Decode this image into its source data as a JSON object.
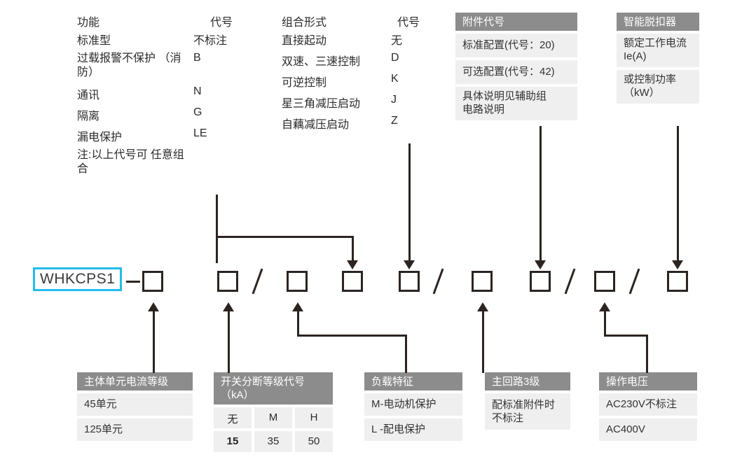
{
  "diagram": {
    "model_name": "WHKCPS1",
    "separator_dash": "—",
    "separator_slash": "/",
    "box_count": 9
  },
  "tables": {
    "function": {
      "header_name": "功能",
      "header_code": "代号",
      "rows": [
        {
          "name": "标准型",
          "code": "不标注"
        },
        {
          "name": "过载报警不保护\n（消防）",
          "code": "B"
        },
        {
          "name": "通讯",
          "code": "N"
        },
        {
          "name": "隔离",
          "code": "G"
        },
        {
          "name": "漏电保护",
          "code": "LE"
        },
        {
          "name": "注:以上代号可\n任意组合",
          "code": ""
        }
      ]
    },
    "combination": {
      "header_name": "组合形式",
      "header_code": "代号",
      "rows": [
        {
          "name": "直接起动",
          "code": "无"
        },
        {
          "name": "双速、三速控制",
          "code": "D"
        },
        {
          "name": "可逆控制",
          "code": "K"
        },
        {
          "name": "星三角减压启动",
          "code": "J"
        },
        {
          "name": "自藕减压启动",
          "code": "Z"
        }
      ]
    },
    "accessory": {
      "header": "附件代号",
      "rows": [
        "标准配置(代号：20)",
        "可选配置(代号：42)",
        "具体说明见辅助组\n电路说明"
      ]
    },
    "trip_unit": {
      "header": "智能脱扣器",
      "rows": [
        "额定工作电流\nIe(A)",
        "或控制功率\n（kW）"
      ]
    },
    "main_unit_current": {
      "header": "主体单元电流等级",
      "rows": [
        "45单元",
        "125单元"
      ]
    },
    "breaking_capacity": {
      "header": "开关分断等级代号\n（kA）",
      "codes": [
        "无",
        "M",
        "H"
      ],
      "values": [
        "15",
        "35",
        "50"
      ]
    },
    "load_character": {
      "header": "负载特征",
      "rows": [
        "M-电动机保护",
        "L -配电保护"
      ]
    },
    "main_circuit": {
      "header": "主回路3级",
      "rows": [
        "配标准附件时\n不标注"
      ]
    },
    "operating_voltage": {
      "header": "操作电压",
      "rows": [
        "AC230V不标注",
        "AC400V"
      ]
    }
  },
  "colors": {
    "header_bg": "#8c8c8c",
    "row_bg": "#efefef",
    "line": "#2b2421",
    "highlight_border": "#22bdef"
  }
}
